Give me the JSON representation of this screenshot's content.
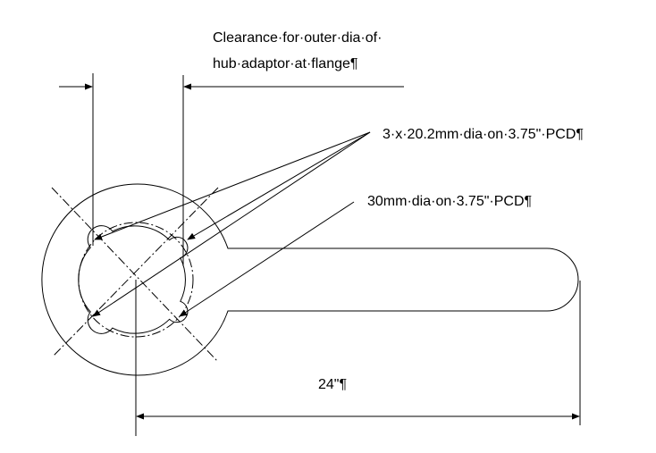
{
  "annotations": {
    "clearance_line1": "Clearance·for·outer·dia·of·",
    "clearance_line2": "hub·adaptor·at·flange¶",
    "holes_3x": "3·x·20.2mm·dia·on·3.75\"·PCD¶",
    "hole_30mm": "30mm·dia·on·3.75\"·PCD¶",
    "length_dim": "24\"¶"
  },
  "colors": {
    "line": "#000000",
    "background": "#ffffff"
  }
}
